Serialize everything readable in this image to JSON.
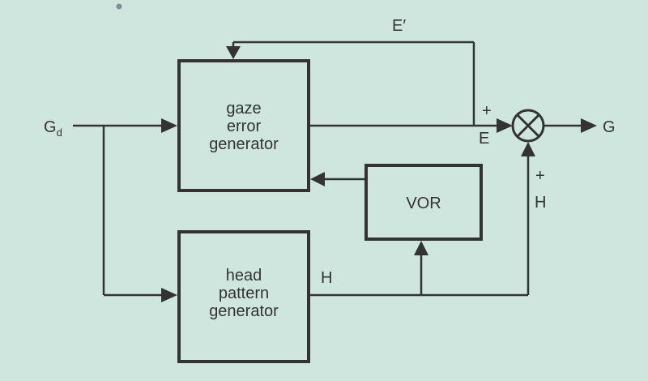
{
  "colors": {
    "background": "#cfe6de",
    "ink": "#333333"
  },
  "blocks": {
    "gaze_error": {
      "lines": [
        "gaze",
        "error",
        "generator"
      ]
    },
    "vor": {
      "label": "VOR"
    },
    "head_pattern": {
      "lines": [
        "head",
        "pattern",
        "generator"
      ]
    }
  },
  "signals": {
    "input_main": "G",
    "input_sub": "d",
    "output": "G",
    "feedback": "E′",
    "error": "E",
    "head_top": "H",
    "head_bottom": "H"
  },
  "junction": {
    "plus_error": "+",
    "plus_head": "+",
    "symbol": "multiply-icon"
  }
}
